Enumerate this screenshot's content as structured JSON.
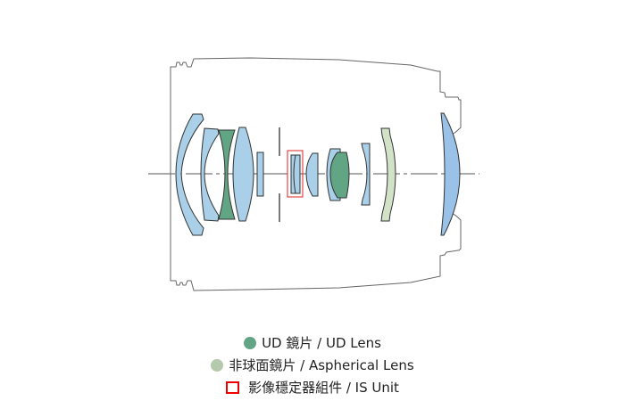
{
  "colors": {
    "glass": "#a9d0e8",
    "ud": "#62a584",
    "aspherical": "#d2e2c6",
    "rear": "#9ac2e8",
    "is_frame": "#e02020",
    "legend_ud": "#62a584",
    "legend_aspherical": "#b5c9ac"
  },
  "legend": [
    {
      "icon": "circle-icon",
      "label": "UD 鏡片 / UD Lens"
    },
    {
      "icon": "circle-icon",
      "label": "非球面鏡片 / Aspherical Lens"
    },
    {
      "icon": "square-outline-icon",
      "label": "影像穩定器組件 / IS Unit"
    }
  ]
}
